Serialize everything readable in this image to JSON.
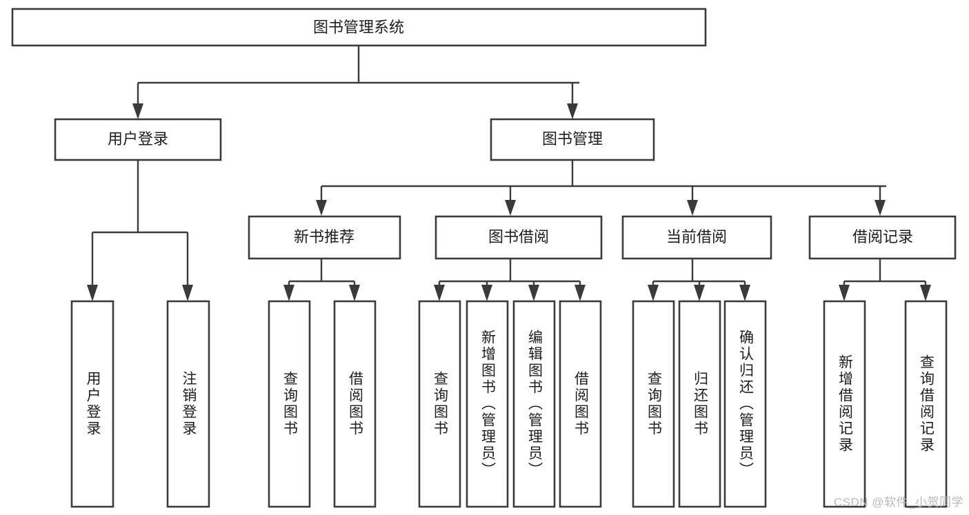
{
  "diagram": {
    "title": "图书管理系统",
    "watermark": "CSDN @软件_小贺同学",
    "colors": {
      "background": "#ffffff",
      "stroke": "#3a3a3a",
      "text": "#1d1d1d",
      "watermark": "#b9b9b9"
    },
    "levels": {
      "root": {
        "label": "图书管理系统"
      },
      "level2": [
        {
          "label": "用户登录"
        },
        {
          "label": "图书管理"
        }
      ],
      "level3": [
        {
          "label": "新书推荐"
        },
        {
          "label": "图书借阅"
        },
        {
          "label": "当前借阅"
        },
        {
          "label": "借阅记录"
        }
      ],
      "leaves": [
        {
          "label": "用户登录",
          "parent": "用户登录"
        },
        {
          "label": "注销登录",
          "parent": "用户登录"
        },
        {
          "label": "查询图书",
          "parent": "新书推荐"
        },
        {
          "label": "借阅图书",
          "parent": "新书推荐"
        },
        {
          "label": "查询图书",
          "parent": "图书借阅"
        },
        {
          "label": "新增图书（管理员）",
          "parent": "图书借阅"
        },
        {
          "label": "编辑图书（管理员）",
          "parent": "图书借阅"
        },
        {
          "label": "借阅图书",
          "parent": "图书借阅"
        },
        {
          "label": "查询图书",
          "parent": "当前借阅"
        },
        {
          "label": "归还图书",
          "parent": "当前借阅"
        },
        {
          "label": "确认归还（管理员）",
          "parent": "当前借阅"
        },
        {
          "label": "新增借阅记录",
          "parent": "借阅记录"
        },
        {
          "label": "查询借阅记录",
          "parent": "借阅记录"
        }
      ]
    }
  }
}
